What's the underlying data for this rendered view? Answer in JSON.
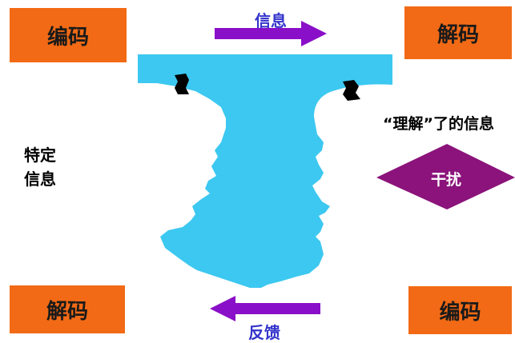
{
  "boxes": {
    "top_left": "编码",
    "top_right": "解码",
    "bottom_left": "解码",
    "bottom_right": "编码"
  },
  "arrows": {
    "top_label": "信息",
    "bottom_label": "反馈"
  },
  "labels": {
    "specific_info_line1": "特定",
    "specific_info_line2": "信息",
    "understood_info": "“理解”了的信息",
    "interference": "干扰"
  },
  "colors": {
    "box": "#f26a15",
    "face": "#3cc8f0",
    "arrow": "#8a0fc8",
    "diamond": "#8b137b"
  }
}
